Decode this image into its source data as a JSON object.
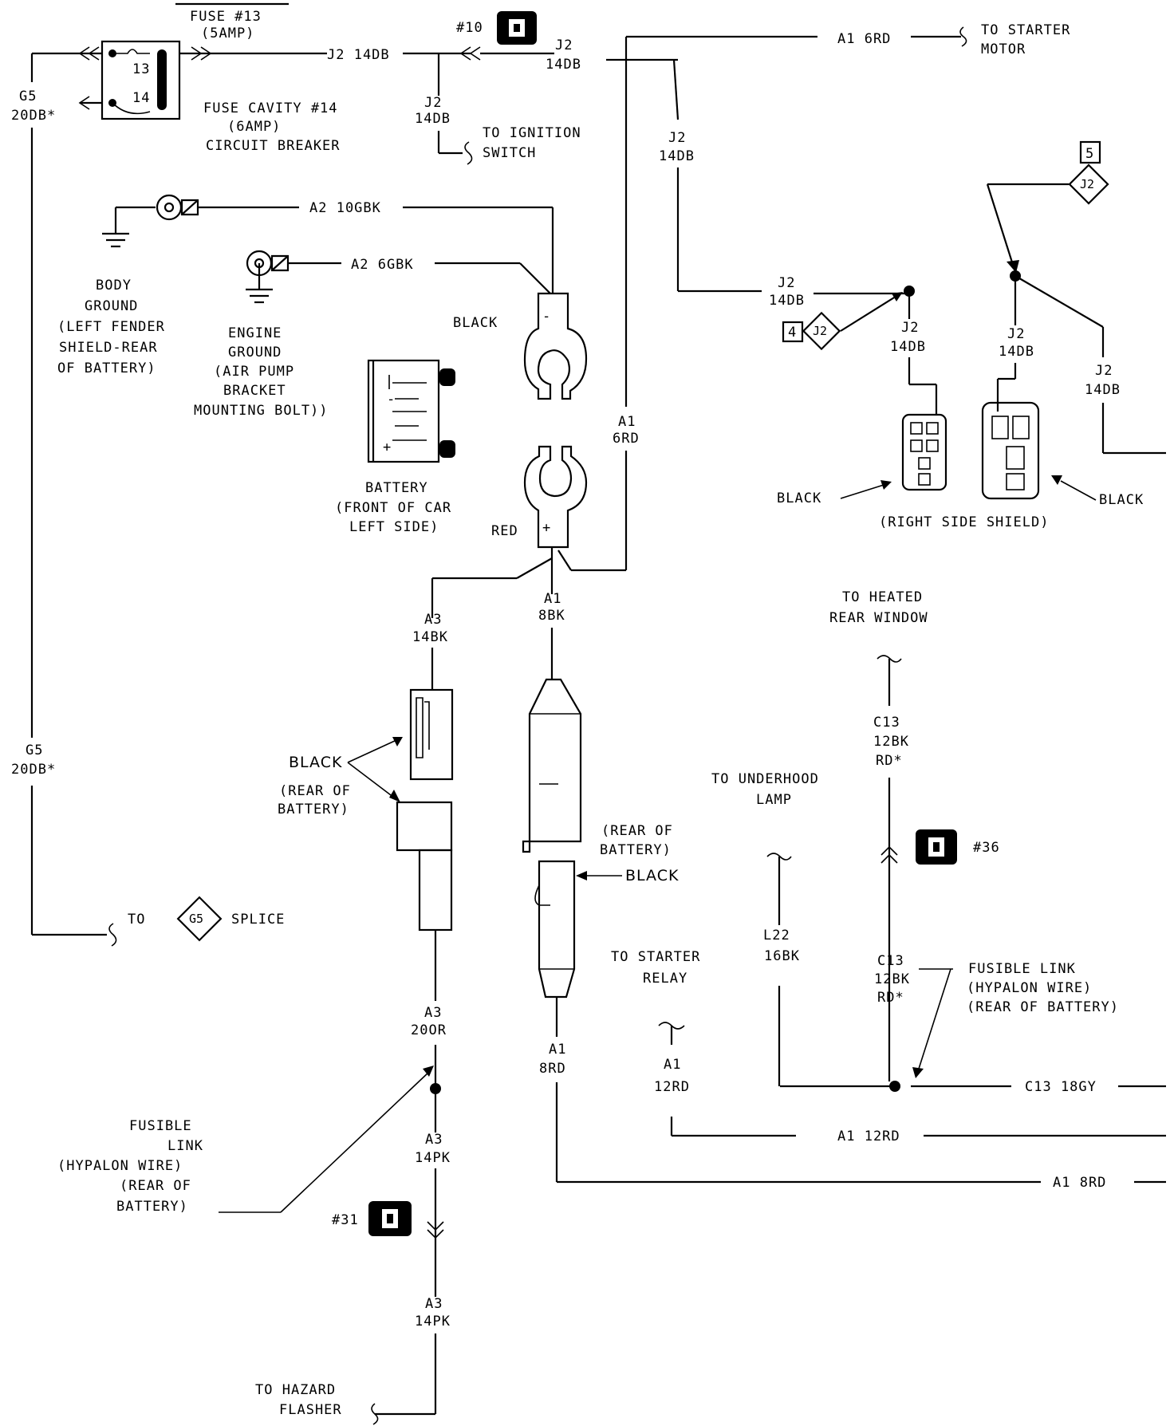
{
  "fuse": {
    "title": "FUSE #13",
    "amp": "(5AMP)",
    "num13": "13",
    "num14": "14",
    "cavity_line1": "FUSE CAVITY #14",
    "cavity_line2": "(6AMP)",
    "cavity_line3": "CIRCUIT BREAKER"
  },
  "wires": {
    "g5_top_code": "G5",
    "g5_top_gauge": "20DB*",
    "g5_mid_code": "G5",
    "g5_mid_gauge": "20DB*",
    "j2_top": "J2 14DB",
    "j2_right_code": "J2",
    "j2_right_gauge": "14DB",
    "j2_down_code": "J2",
    "j2_down_gauge": "14DB",
    "j2_drop_code": "J2",
    "j2_drop_gauge": "14DB",
    "j2_mid_code": "J2",
    "j2_mid_gauge": "14DB",
    "j2_left_conn_code": "J2",
    "j2_left_conn_gauge": "14DB",
    "j2_center_code": "J2",
    "j2_center_gauge": "14DB",
    "j2_far_code": "J2",
    "j2_far_gauge": "14DB",
    "a1_6rd": "A1 6RD",
    "a1_vert_code": "A1",
    "a1_vert_gauge": "6RD",
    "a2_10gbk": "A2 10GBK",
    "a2_6gbk": "A2 6GBK",
    "a3_14bk_code": "A3",
    "a3_14bk_gauge": "14BK",
    "a1_8bk_code": "A1",
    "a1_8bk_gauge": "8BK",
    "a3_20or_code": "A3",
    "a3_20or_gauge": "20OR",
    "a1_8rd_code": "A1",
    "a1_8rd_gauge": "8RD",
    "a3_14pk_code": "A3",
    "a3_14pk_gauge": "14PK",
    "a3_14pk2_code": "A3",
    "a3_14pk2_gauge": "14PK",
    "c13_top_code": "C13",
    "c13_top_gauge": "12BK",
    "c13_top_color": "RD*",
    "c13_bot_code": "C13",
    "c13_bot_gauge": "12BK",
    "c13_bot_color": "RD*",
    "l22_code": "L22",
    "l22_gauge": "16BK",
    "a1_12rd_code": "A1",
    "a1_12rd_gauge": "12RD",
    "c13_18gy": "C13 18GY",
    "a1_12rd_h": "A1 12RD",
    "a1_8rd_h": "A1 8RD"
  },
  "connectors": {
    "c10": "#10",
    "c36": "#36",
    "c31": "#31"
  },
  "splices": {
    "j2_5_num": "5",
    "j2_5_label": "J2",
    "j2_4_num": "4",
    "j2_4_label": "J2",
    "g5_label": "G5"
  },
  "destinations": {
    "starter_motor_1": "TO STARTER",
    "starter_motor_2": "MOTOR",
    "ignition_1": "TO IGNITION",
    "ignition_2": "SWITCH",
    "heated_1": "TO HEATED",
    "heated_2": "REAR WINDOW",
    "underhood_1": "TO UNDERHOOD",
    "underhood_2": "LAMP",
    "starter_relay_1": "TO STARTER",
    "starter_relay_2": "RELAY",
    "hazard_1": "TO HAZARD",
    "hazard_2": "FLASHER",
    "g5_to": "TO",
    "g5_splice": "SPLICE"
  },
  "grounds": {
    "body_1": "BODY",
    "body_2": "GROUND",
    "body_3": "(LEFT FENDER",
    "body_4": "SHIELD-REAR",
    "body_5": "OF BATTERY)",
    "engine_1": "ENGINE",
    "engine_2": "GROUND",
    "engine_3": "(AIR PUMP",
    "engine_4": "BRACKET",
    "engine_5": "MOUNTING BOLT))"
  },
  "battery": {
    "black_label": "BLACK",
    "red_label": "RED",
    "neg": "-",
    "pos": "+",
    "plus_marker": "+",
    "title_1": "BATTERY",
    "title_2": "(FRONT OF CAR",
    "title_3": "LEFT SIDE)"
  },
  "right_shield": {
    "black_left": "BLACK",
    "black_right": "BLACK",
    "caption": "(RIGHT SIDE SHIELD)"
  },
  "rear_battery": {
    "black_a3": "BLACK",
    "rear_a3_1": "(REAR OF",
    "rear_a3_2": "BATTERY)",
    "rear_a1_1": "(REAR OF",
    "rear_a1_2": "BATTERY)",
    "black_a1": "BLACK"
  },
  "fusible": {
    "left_1": "FUSIBLE",
    "left_2": "LINK",
    "left_3": "(HYPALON WIRE)",
    "left_4": "(REAR OF",
    "left_5": "BATTERY)",
    "right_1": "FUSIBLE LINK",
    "right_2": "(HYPALON WIRE)",
    "right_3": "(REAR OF BATTERY)"
  }
}
